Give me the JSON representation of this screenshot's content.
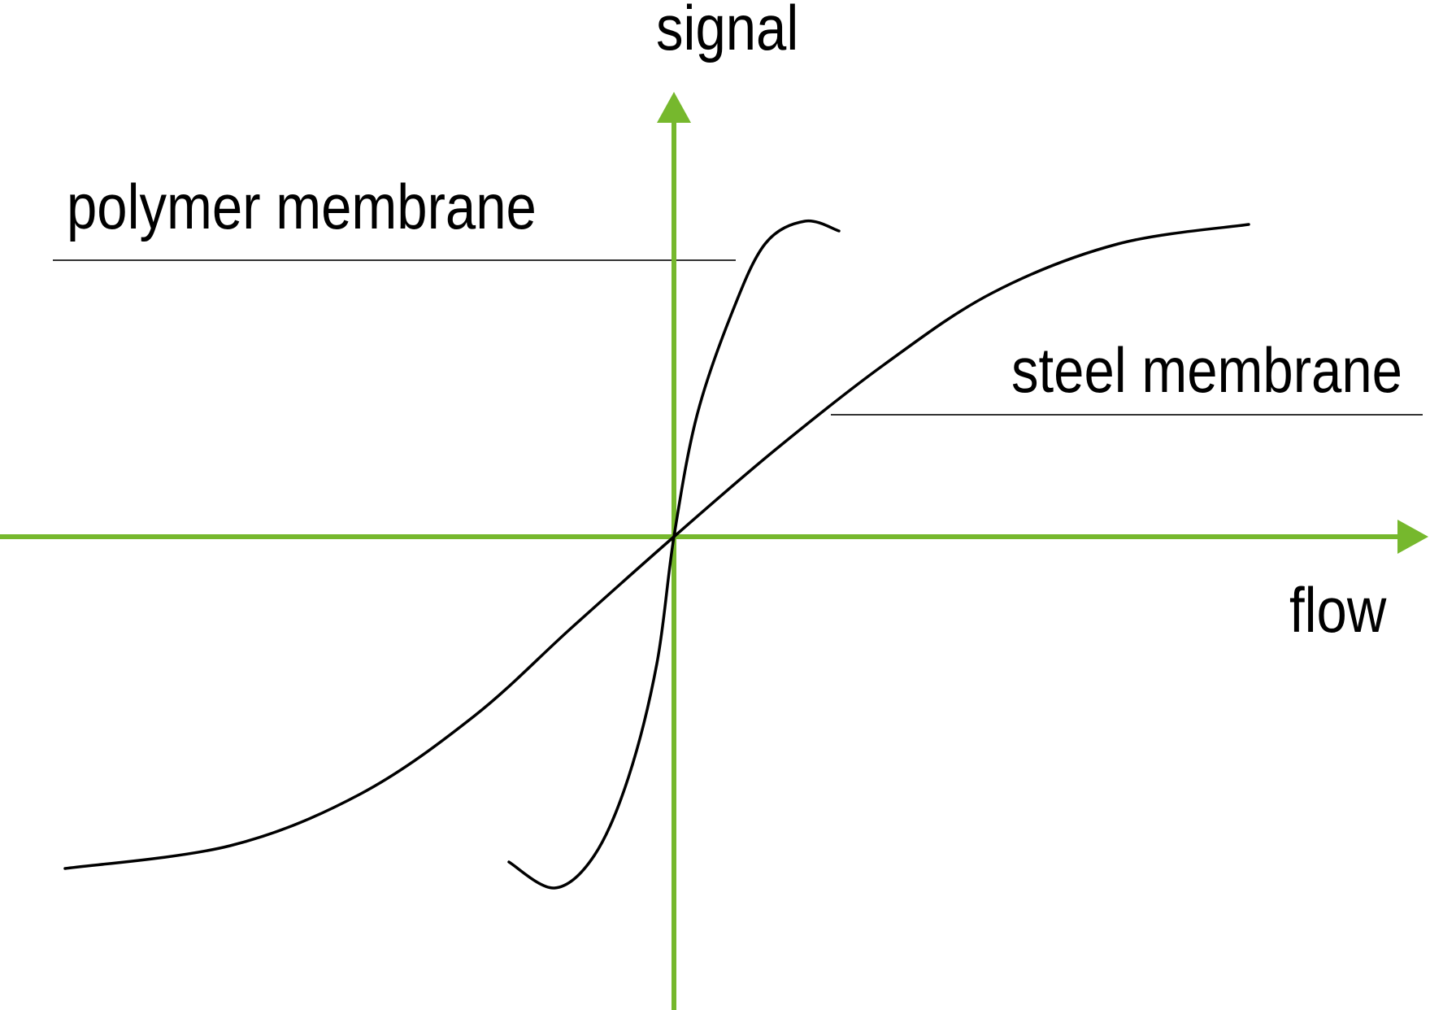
{
  "page": {
    "background": "#ffffff"
  },
  "figure": {
    "axis_color": "#76b82d",
    "curve_color": "#000000",
    "leader_color": "#333333",
    "text_color": "#000000"
  },
  "labels": {
    "y_axis": "signal",
    "x_axis": "flow",
    "polymer": "polymer membrane",
    "steel": "steel membrane"
  },
  "chart_data": {
    "type": "line",
    "title": "",
    "xlabel": "flow",
    "ylabel": "signal",
    "xlim": [
      -1.2,
      1.35
    ],
    "ylim": [
      -1.45,
      1.4
    ],
    "grid": false,
    "legend_position": "inline labels with thin leader lines",
    "axes_style": "qualitative sketch; green axes with arrowheads, no ticks or numeric scale; units normalized to origin",
    "series": [
      {
        "name": "polymer membrane",
        "description": "very steep sigmoid through the origin, saturates quickly with small overshoot hooks at both ends",
        "x": [
          -0.29,
          -0.21,
          -0.14,
          -0.08,
          -0.03,
          0,
          0.04,
          0.1,
          0.16,
          0.23,
          0.29
        ],
        "y": [
          -1.0,
          -1.08,
          -0.98,
          -0.74,
          -0.39,
          0,
          0.37,
          0.68,
          0.9,
          0.97,
          0.94
        ]
      },
      {
        "name": "steel membrane",
        "description": "gentle sigmoid through the origin spanning the full flow range, flattening at both extremes",
        "x": [
          -1.07,
          -0.78,
          -0.55,
          -0.35,
          -0.18,
          0,
          0.18,
          0.37,
          0.56,
          0.78,
          1.01
        ],
        "y": [
          -1.02,
          -0.95,
          -0.79,
          -0.55,
          -0.28,
          0,
          0.27,
          0.53,
          0.75,
          0.9,
          0.96
        ]
      }
    ]
  }
}
